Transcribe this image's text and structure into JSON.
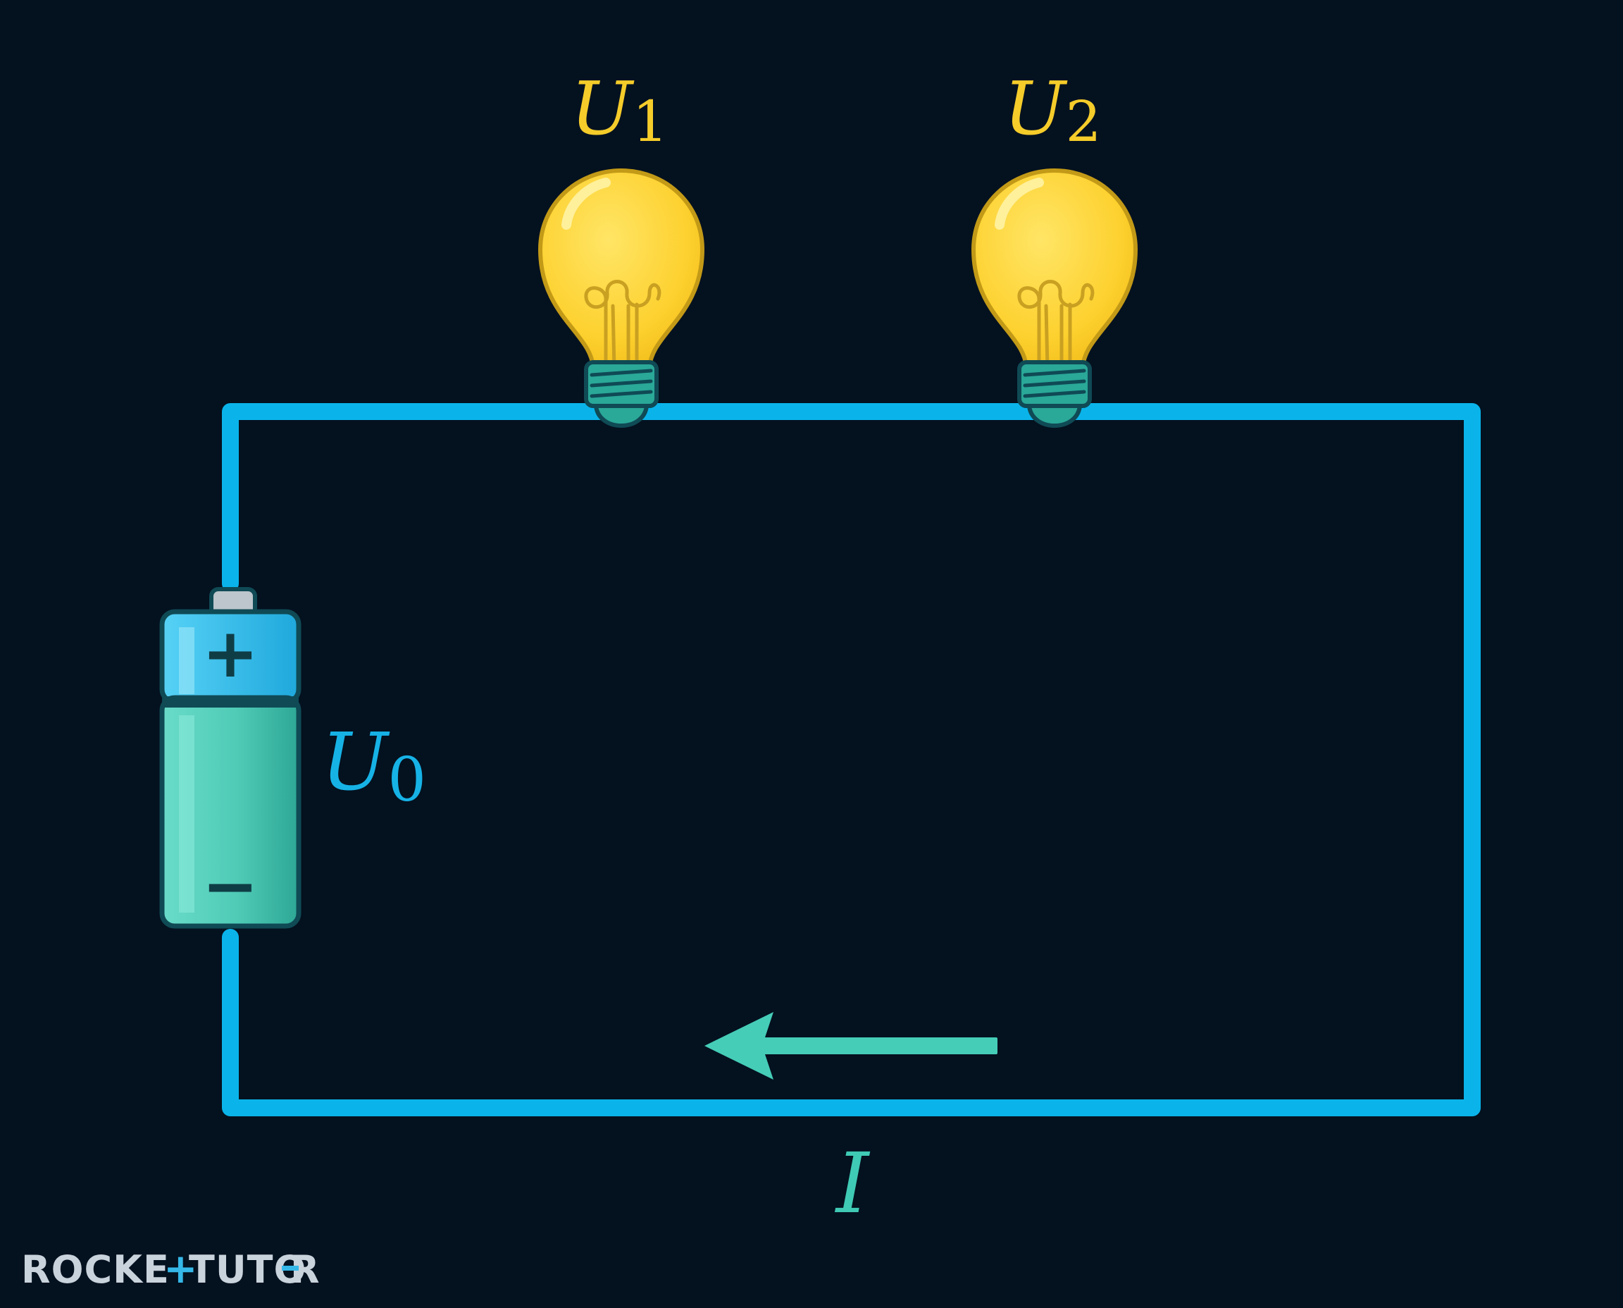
{
  "labels": {
    "bulb1": {
      "symbol": "U",
      "subscript": "1"
    },
    "bulb2": {
      "symbol": "U",
      "subscript": "2"
    },
    "battery": {
      "symbol": "U",
      "subscript": "0"
    },
    "current": "I"
  },
  "battery": {
    "plus": "+",
    "minus": "−"
  },
  "brand": {
    "part1": "ROCKE",
    "part2": "TUTO",
    "part3": "R"
  },
  "colors": {
    "background": "#04111f",
    "wire": "#0ab4ea",
    "arrow": "#45cdb8",
    "bulb": "#fdd531",
    "bulb_outline": "#c39a17",
    "bulb_base": "#2aa898",
    "label_yellow": "#f5cc2a",
    "label_blue": "#16b2e6",
    "label_teal": "#3fcab5",
    "brand": "#c9d3dc",
    "brand_accent": "#35b8e8"
  }
}
